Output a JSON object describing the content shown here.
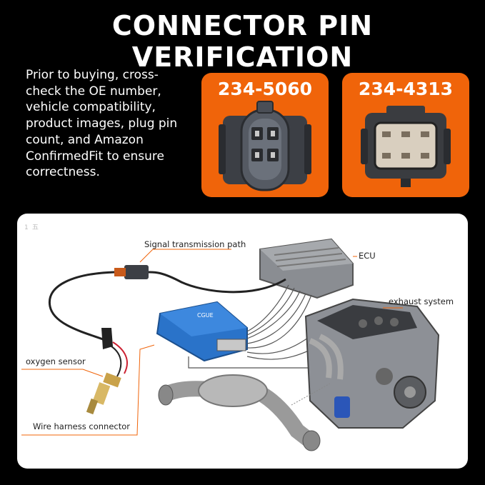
{
  "title": "CONNECTOR PIN VERIFICATION",
  "intro": "Prior to buying, cross-check the OE number, vehicle compatibility, product images, plug pin count, and Amazon ConfirmedFit to ensure correctness.",
  "cards": [
    {
      "part_number": "234-5060",
      "icon": "oval-4-pin-connector-icon"
    },
    {
      "part_number": "234-4313",
      "icon": "rectangular-6-pin-connector-icon"
    }
  ],
  "diagram": {
    "corner_tag": "1 五",
    "module_tag": "CGUE",
    "labels": {
      "signal_path": "Signal transmission path",
      "ecu": "ECU",
      "exhaust": "exhaust system",
      "oxygen_sensor": "oxygen sensor",
      "harness": "Wire harness connector"
    }
  },
  "colors": {
    "accent": "#f0640a",
    "background": "#000000",
    "panel": "#ffffff",
    "module": "#2a73c9"
  }
}
